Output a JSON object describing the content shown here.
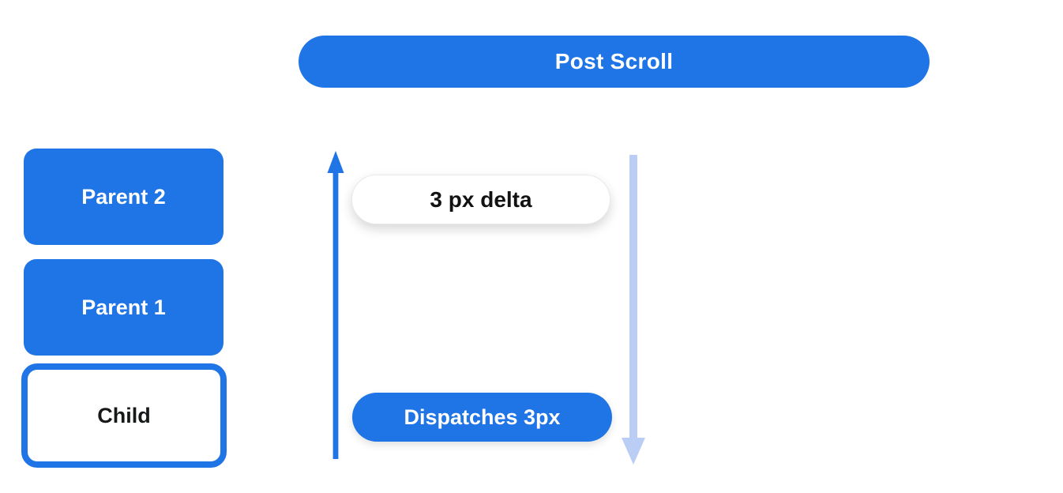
{
  "diagram": {
    "header": {
      "label": "Post Scroll"
    },
    "nodes": [
      {
        "id": "parent-2",
        "label": "Parent 2",
        "variant": "filled"
      },
      {
        "id": "parent-1",
        "label": "Parent 1",
        "variant": "filled"
      },
      {
        "id": "child",
        "label": "Child",
        "variant": "outlined"
      }
    ],
    "annotations": {
      "delta_label": "3 px delta",
      "dispatch_label": "Dispatches 3px"
    },
    "arrows": [
      {
        "id": "scroll-up-arrow",
        "direction": "up",
        "color": "#1f74e6"
      },
      {
        "id": "dispatch-down-arrow",
        "direction": "down",
        "color": "#b9cdf5"
      }
    ],
    "colors": {
      "primary": "#1f74e6",
      "light": "#b9cdf5",
      "text_on_primary": "#ffffff",
      "text_dark": "#17181a",
      "background": "#ffffff"
    }
  }
}
